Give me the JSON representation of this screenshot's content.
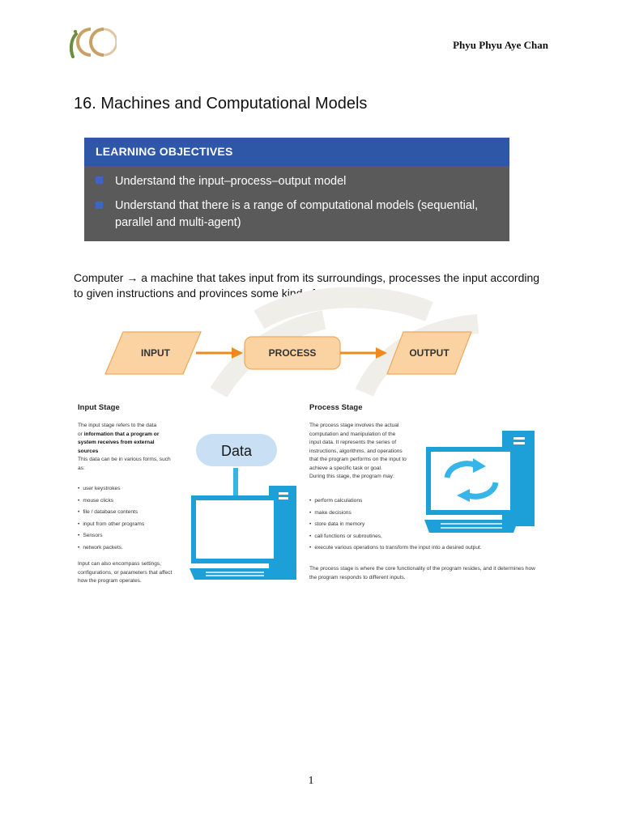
{
  "header": {
    "author": "Phyu Phyu Aye Chan"
  },
  "title": "16. Machines and Computational Models",
  "learning_objectives": {
    "heading": "LEARNING OBJECTIVES",
    "items": [
      "Understand the input–process–output model",
      "Understand that there is a range of computational models (sequential, parallel and multi-agent)"
    ]
  },
  "intro_text": "Computer → a machine that takes input from its surroundings, processes the input according to given instructions and provinces some kind of output",
  "ipo_diagram": {
    "input": "INPUT",
    "process": "PROCESS",
    "output": "OUTPUT"
  },
  "input_stage": {
    "heading": "Input Stage",
    "p1_a": "The input stage refers to the data",
    "p1_b": "or",
    "p1_bold_1": "information that a program or",
    "p1_bold_2": "system receives from external",
    "p1_bold_3": "sources",
    "p1_c": "This data can be in various forms, such",
    "p1_d": "as:",
    "bullets": [
      "user keystrokes",
      "mouse clicks",
      "file / database contents",
      "input from other programs",
      "Sensors",
      "network packets."
    ],
    "p2_a": "Input can also encompass settings,",
    "p2_b": "configurations, or parameters that affect",
    "p2_c": "how the program operates.",
    "data_label": "Data"
  },
  "process_stage": {
    "heading": "Process Stage",
    "p1_lines": [
      "The process stage involves the actual",
      "computation and manipulation of the",
      "input data. It represents the series of",
      "instructions, algorithms, and operations",
      "that the program performs on the input to",
      "achieve a specific task or goal.",
      "During this stage, the program may:"
    ],
    "bullets": [
      "perform calculations",
      "make decisions",
      "store data in memory",
      "call functions or subroutines,",
      "execute various operations to transform the input into a desired output."
    ],
    "p2_a": "The process stage is where the core functionality of the program resides, and it determines how",
    "p2_b": "the program responds to different inputs."
  },
  "page_number": "1",
  "colors": {
    "objectives_header": "#2e57a8",
    "objectives_body": "#5a5a5a",
    "ipo_fill": "#fbd2a2",
    "ipo_arrow": "#f08a1c",
    "computer_blue": "#1d9fd8",
    "data_bubble": "#c9dff3"
  }
}
